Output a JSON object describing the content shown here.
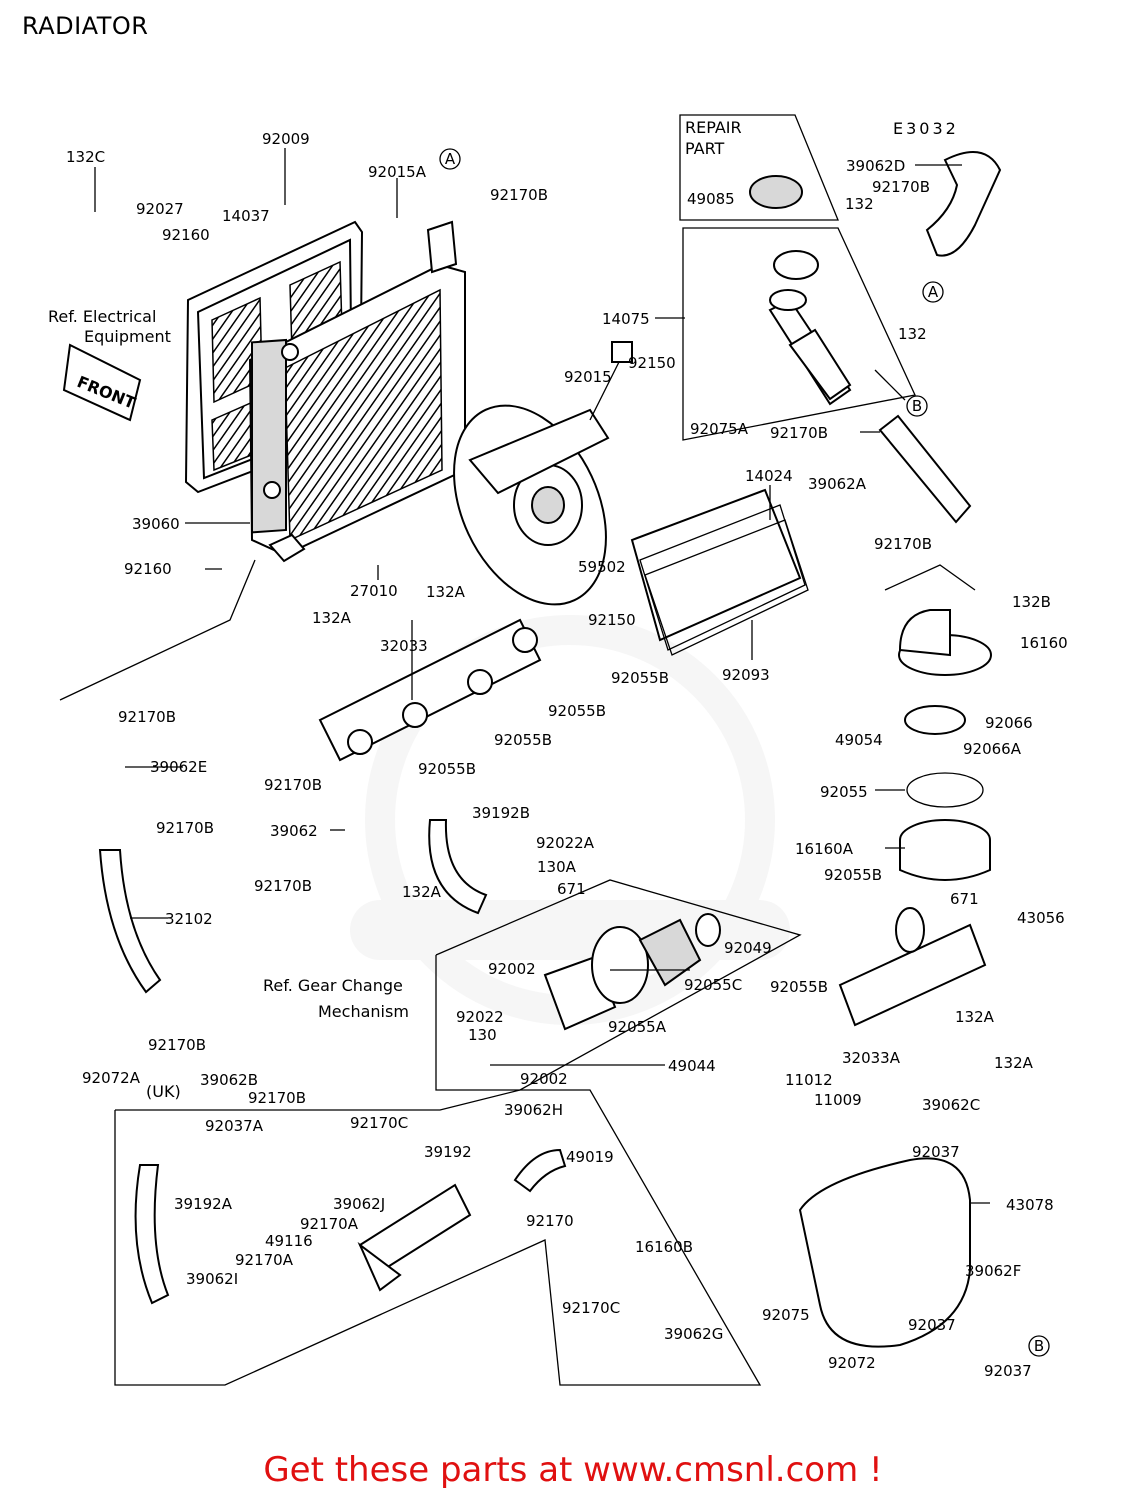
{
  "page_title": "RADIATOR",
  "diagram_code": "E3032",
  "footer_cta": "Get these parts at www.cmsnl.com !",
  "repair_part_box": {
    "line1": "REPAIR",
    "line2": "PART",
    "part": "49085"
  },
  "notes": {
    "ref_electrical_1": "Ref. Electrical",
    "ref_electrical_2": "Equipment",
    "ref_gear_1": "Ref. Gear Change",
    "ref_gear_2": "Mechanism",
    "front": "FRONT",
    "uk": "(UK)"
  },
  "callout_markers": {
    "a": "A",
    "b": "B"
  },
  "part_labels": {
    "p132C": "132C",
    "p92009": "92009",
    "p92015A": "92015A",
    "p92170B_top": "92170B",
    "p92027": "92027",
    "p14037": "14037",
    "p92160_top": "92160",
    "p39060": "39060",
    "p92160_bot": "92160",
    "p27010": "27010",
    "p92015": "92015",
    "p92150_a": "92150",
    "p59502": "59502",
    "p92150_b": "92150",
    "p132A_1": "132A",
    "p132A_2": "132A",
    "p32033": "32033",
    "p92055B_1": "92055B",
    "p92055B_2": "92055B",
    "p92055B_3": "92055B",
    "p92055B_4": "92055B",
    "p92170B_l1": "92170B",
    "p39062E": "39062E",
    "p92170B_l2": "92170B",
    "p32102": "32102",
    "p92170B_m1": "92170B",
    "p39062": "39062",
    "p92170B_m2": "92170B",
    "p92072A": "92072A",
    "p92170B_b1": "92170B",
    "p39062B": "39062B",
    "p92170B_b2": "92170B",
    "p39192B": "39192B",
    "p92022A": "92022A",
    "p130A": "130A",
    "p132A_3": "132A",
    "p671_1": "671",
    "p92002_1": "92002",
    "p92022": "92022",
    "p130": "130",
    "p92002_2": "92002",
    "p92049": "92049",
    "p92055C": "92055C",
    "p92055A": "92055A",
    "p49044": "49044",
    "p14075": "14075",
    "p92075A": "92075A",
    "p14024": "14024",
    "p92093": "92093",
    "p39062D": "39062D",
    "p92170B_r1": "92170B",
    "p132_1": "132",
    "p132_2": "132",
    "p92170B_r2": "92170B",
    "p39062A": "39062A",
    "p92170B_r3": "92170B",
    "p132B": "132B",
    "p16160": "16160",
    "p92066": "92066",
    "p49054": "49054",
    "p92066A": "92066A",
    "p92055": "92055",
    "p16160A": "16160A",
    "p92055B_r": "92055B",
    "p671_2": "671",
    "p43056": "43056",
    "p92055B_r2": "92055B",
    "p132A_r1": "132A",
    "p32033A": "32033A",
    "p132A_r2": "132A",
    "p11012": "11012",
    "p11009": "11009",
    "p39062C": "39062C",
    "p92037_1": "92037",
    "p43078": "43078",
    "p92075": "92075",
    "p92072": "92072",
    "p92037_2": "92037",
    "p39062F": "39062F",
    "p92037_3": "92037",
    "p92037A": "92037A",
    "p92170C_1": "92170C",
    "p39192": "39192",
    "p39062H": "39062H",
    "p49019": "49019",
    "p39192A": "39192A",
    "p39062J": "39062J",
    "p92170A_1": "92170A",
    "p49116": "49116",
    "p92170A_2": "92170A",
    "p39062I": "39062I",
    "p92170": "92170",
    "p16160B": "16160B",
    "p92170C_2": "92170C",
    "p39062G": "39062G"
  },
  "colors": {
    "ink": "#000000",
    "background": "#ffffff",
    "cta": "#e01010",
    "watermark": "#e6e6e6"
  }
}
